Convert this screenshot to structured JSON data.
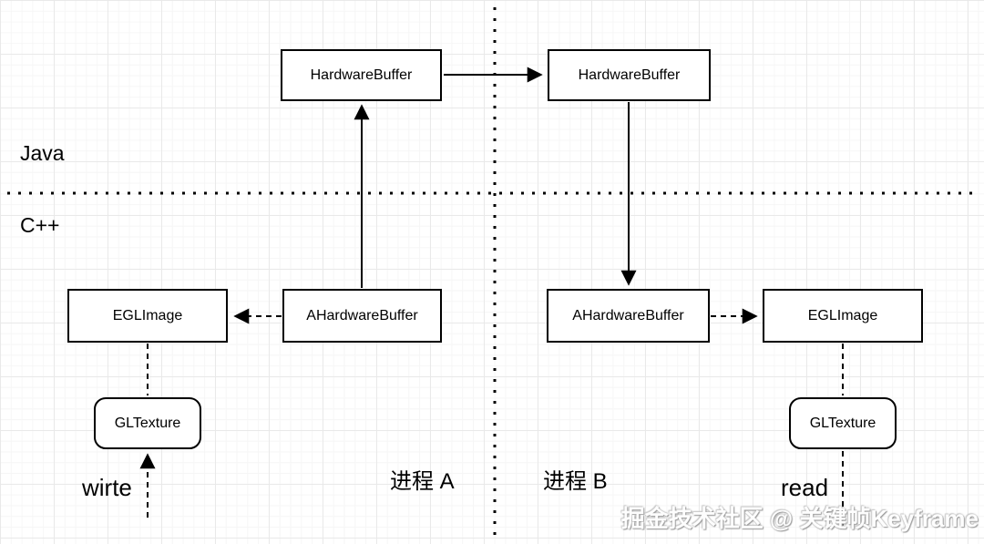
{
  "diagram": {
    "layers": {
      "top": "Java",
      "bottom": "C++"
    },
    "processes": {
      "left": "进程 A",
      "right": "进程 B"
    },
    "nodes": {
      "hardwarebuffer_a": "HardwareBuffer",
      "hardwarebuffer_b": "HardwareBuffer",
      "eglimage_a": "EGLImage",
      "ahardwarebuffer_a": "AHardwareBuffer",
      "ahardwarebuffer_b": "AHardwareBuffer",
      "eglimage_b": "EGLImage",
      "gltexture_a": "GLTexture",
      "gltexture_b": "GLTexture"
    },
    "annotations": {
      "write": "wirte",
      "read": "read"
    },
    "watermark": "掘金技术社区 @ 关键帧Keyframe",
    "colors": {
      "box_border": "#000000",
      "box_fill": "#ffffff",
      "line": "#000000",
      "grid_minor": "#f6f6f6",
      "grid_major": "#e9e9e9",
      "watermark": "#9a9a9a"
    }
  }
}
